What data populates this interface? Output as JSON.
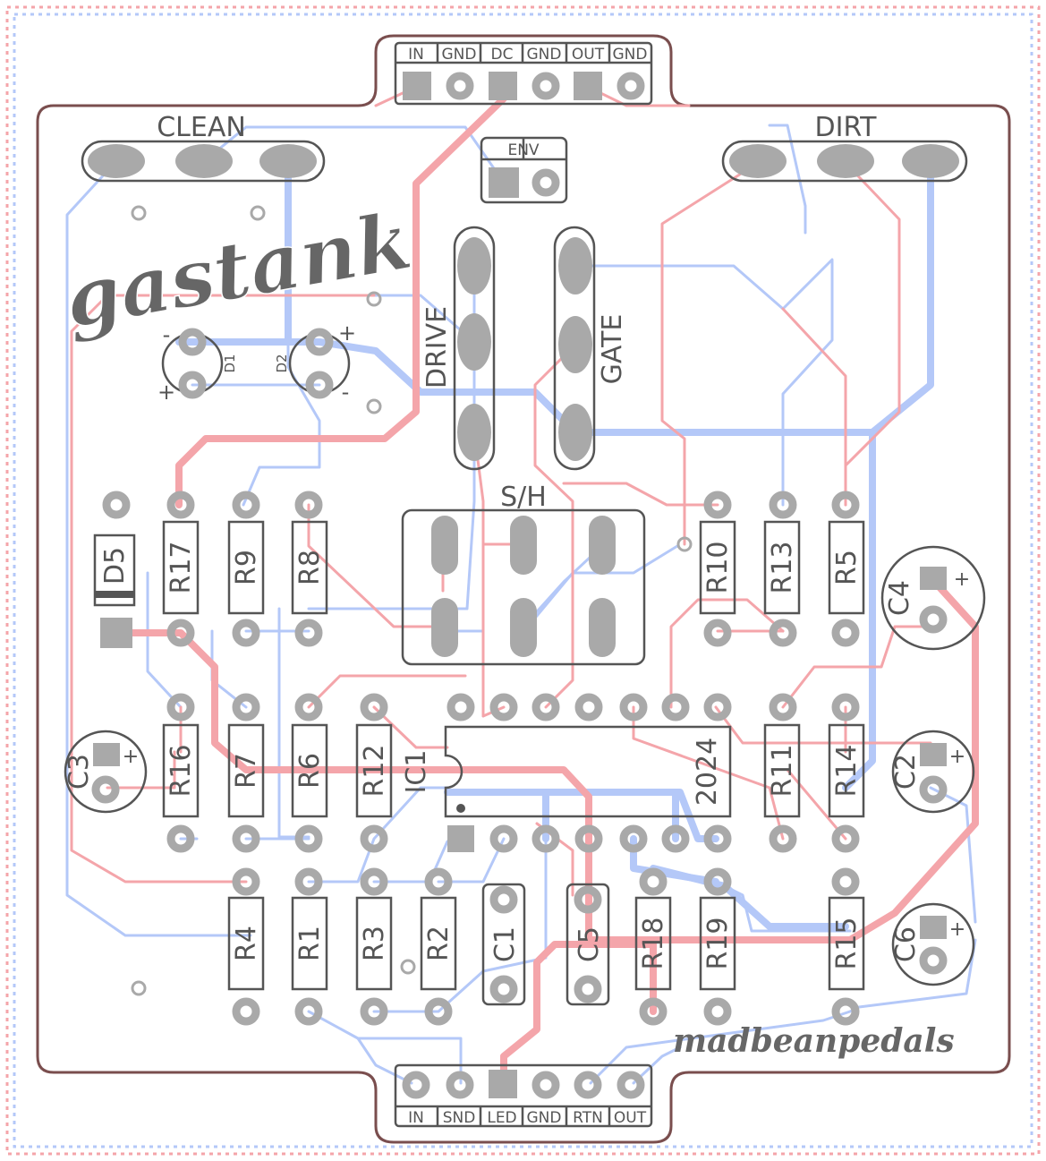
{
  "board": {
    "logo": "gastank",
    "brand": "madbeanpedals",
    "ic_name": "IC1",
    "ic_part": "2024"
  },
  "colors": {
    "top_trace": "#f4a5aa",
    "bottom_trace": "#b4c8f8",
    "outline": "#7a4e4e",
    "pad": "#a9a9a9",
    "silk": "#555555"
  },
  "top_header": [
    "IN",
    "GND",
    "DC",
    "GND",
    "OUT",
    "GND"
  ],
  "bottom_header": [
    "IN",
    "SND",
    "LED",
    "GND",
    "RTN",
    "OUT"
  ],
  "pots": {
    "clean": "CLEAN",
    "dirt": "DIRT",
    "drive": "DRIVE",
    "gate": "GATE"
  },
  "env": "ENV",
  "switch": "S/H",
  "diodes": [
    "D1",
    "D2",
    "D5"
  ],
  "polarity": {
    "plus": "+",
    "minus": "-"
  },
  "resistors": {
    "r17": "R17",
    "r9": "R9",
    "r8": "R8",
    "r10": "R10",
    "r13": "R13",
    "r5": "R5",
    "r16": "R16",
    "r7": "R7",
    "r6": "R6",
    "r12": "R12",
    "r11": "R11",
    "r14": "R14",
    "r4": "R4",
    "r1": "R1",
    "r3": "R3",
    "r2": "R2",
    "r18": "R18",
    "r19": "R19",
    "r15": "R15"
  },
  "film_caps": {
    "c1": "C1",
    "c5": "C5"
  },
  "electrolytics": {
    "c4": "C4",
    "c3": "C3",
    "c2": "C2",
    "c6": "C6"
  }
}
